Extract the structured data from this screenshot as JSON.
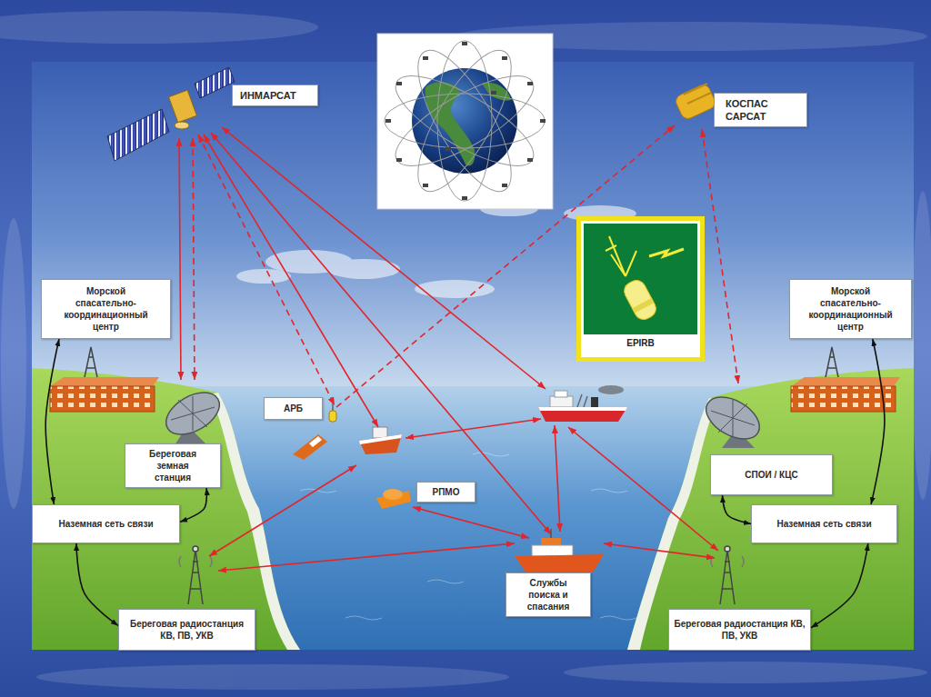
{
  "diagram": {
    "nodes": [
      {
        "text": [
          "ИНМАРСАТ"
        ]
      },
      {
        "text": [
          "КОСПАС САРСАТ"
        ]
      },
      {
        "text": [
          "EPIRB"
        ]
      },
      {
        "text": [
          "Морской спасательно-координационный центр"
        ]
      },
      {
        "text": [
          "Морской спасательно-координационный центр"
        ]
      },
      {
        "text": [
          "АРБ"
        ]
      },
      {
        "text": [
          "Береговая земная станция"
        ]
      },
      {
        "text": [
          "СПОИ / КЦС"
        ]
      },
      {
        "text": [
          "РПМО"
        ]
      },
      {
        "text": [
          "Наземная сеть связи"
        ]
      },
      {
        "text": [
          "Наземная сеть связи"
        ]
      },
      {
        "text": [
          "Службы поиска и спасания"
        ]
      },
      {
        "text": [
          "Береговая радиостанция КВ, ПВ, УКВ"
        ]
      },
      {
        "text": [
          "Береговая радиостанция КВ, ПВ, УКВ"
        ]
      }
    ],
    "edges": [
      {
        "from": 3,
        "to": 9,
        "arrow": "both"
      },
      {
        "from": 6,
        "to": 9,
        "arrow": "both"
      },
      {
        "from": 9,
        "to": 12,
        "arrow": "both"
      },
      {
        "from": 4,
        "to": 10,
        "arrow": "both"
      },
      {
        "from": 7,
        "to": 10,
        "arrow": "both"
      },
      {
        "from": 10,
        "to": 13,
        "arrow": "both"
      }
    ]
  }
}
